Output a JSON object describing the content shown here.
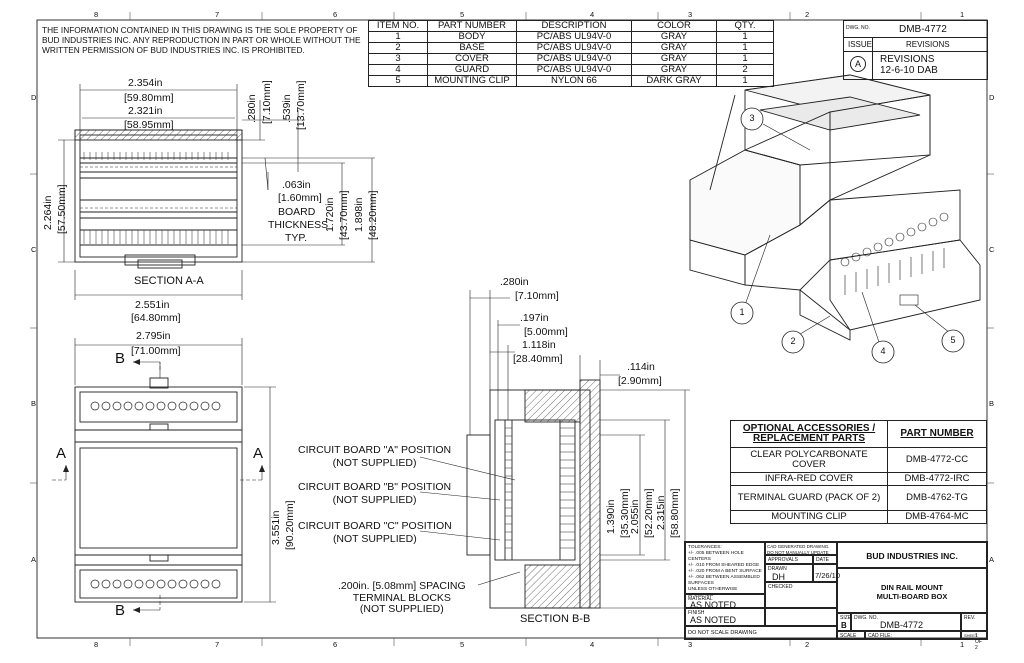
{
  "border": {
    "top_numbers": [
      "8",
      "7",
      "6",
      "5",
      "4",
      "3",
      "2",
      "1"
    ],
    "bottom_numbers": [
      "8",
      "7",
      "6",
      "5",
      "4",
      "3",
      "2",
      "1"
    ],
    "side_letters": [
      "D",
      "C",
      "B",
      "A"
    ]
  },
  "notice": "THE INFORMATION CONTAINED IN THIS DRAWING IS THE SOLE PROPERTY OF BUD INDUSTRIES INC. ANY REPRODUCTION IN PART OR WHOLE WITHOUT THE WRITTEN PERMISSION OF BUD INDUSTRIES INC. IS PROHIBITED.",
  "bom": {
    "headers": [
      "ITEM NO.",
      "PART NUMBER",
      "DESCRIPTION",
      "COLOR",
      "QTY."
    ],
    "rows": [
      [
        "1",
        "BODY",
        "PC/ABS UL94V-0",
        "GRAY",
        "1"
      ],
      [
        "2",
        "BASE",
        "PC/ABS UL94V-0",
        "GRAY",
        "1"
      ],
      [
        "3",
        "COVER",
        "PC/ABS UL94V-0",
        "GRAY",
        "1"
      ],
      [
        "4",
        "GUARD",
        "PC/ABS UL94V-0",
        "GRAY",
        "2"
      ],
      [
        "5",
        "MOUNTING CLIP",
        "NYLON 66",
        "DARK GRAY",
        "1"
      ]
    ]
  },
  "revisions": {
    "dwg_no_label": "DWG. NO.",
    "dwg_no": "DMB-4772",
    "issue_label": "ISSUE",
    "revisions_label": "REVISIONS",
    "issue": "A",
    "rev_line1": "REVISIONS",
    "rev_line2": "12-6-10 DAB"
  },
  "section_aa": {
    "dims": [
      "2.354in",
      "[59.80mm]",
      "2.321in",
      "[58.95mm]",
      ".280in",
      "[7.10mm]",
      ".539in",
      "[13.70mm]",
      ".063in",
      "[1.60mm]",
      "BOARD",
      "THICKNESS",
      "TYP.",
      "1.720in",
      "[43.70mm]",
      "1.898in",
      "[48.20mm]",
      "2.264in",
      "[57.50mm]",
      "2.551in",
      "[64.80mm]"
    ],
    "title": "SECTION A-A"
  },
  "front_view": {
    "dims": [
      "2.795in",
      "[71.00mm]",
      "3.551in",
      "[90.20mm]"
    ],
    "labels": [
      "B",
      "B",
      "A",
      "A"
    ]
  },
  "section_bb": {
    "dims": [
      ".280in",
      "[7.10mm]",
      ".197in",
      "[5.00mm]",
      "1.118in",
      "[28.40mm]",
      ".114in",
      "[2.90mm]",
      "1.390in",
      "[35.30mm]",
      "2.055in",
      "[52.20mm]",
      "2.315in",
      "[58.80mm]"
    ],
    "callouts": [
      "CIRCUIT BOARD \"A\" POSITION",
      "(NOT SUPPLIED)",
      "CIRCUIT BOARD \"B\" POSITION",
      "(NOT SUPPLIED)",
      "CIRCUIT BOARD \"C\" POSITION",
      "(NOT SUPPLIED)",
      ".200in. [5.08mm] SPACING",
      "TERMINAL BLOCKS",
      "(NOT SUPPLIED)"
    ],
    "title": "SECTION B-B"
  },
  "iso_balloons": [
    "3",
    "1",
    "2",
    "4",
    "5"
  ],
  "accessories": {
    "headers": [
      "OPTIONAL ACCESSORIES / REPLACEMENT PARTS",
      "PART NUMBER"
    ],
    "rows": [
      [
        "CLEAR POLYCARBONATE COVER",
        "DMB-4772-CC"
      ],
      [
        "INFRA-RED COVER",
        "DMB-4772-IRC"
      ],
      [
        "TERMINAL GUARD (PACK OF 2)",
        "DMB-4762-TG"
      ],
      [
        "MOUNTING CLIP",
        "DMB-4764-MC"
      ]
    ]
  },
  "title_block": {
    "tolerances": [
      "TOLERANCES:",
      "+/- .005 BETWEEN HOLE CENTERS",
      "+/- .010 FROM SHEARED EDGE",
      "+/- .020 FROM A BENT SURFACE",
      "+/- .062 BETWEEN ASSEMBLED SURFACES",
      "UNLESS OTHERWISE SPECIFIED"
    ],
    "cad_note": "CAD GENERATED DRAWING. DO NOT MANUALLY UPDATE",
    "approvals": "APPROVALS",
    "date_label": "DATE",
    "drawn_label": "DRAWN",
    "drawn_by": "DH",
    "drawn_date": "7/26/10",
    "checked_label": "CHECKED",
    "material_label": "MATERIAL",
    "material": "AS NOTED",
    "finish_label": "FINISH",
    "finish": "AS NOTED",
    "dont_scale": "DO NOT SCALE DRAWING",
    "company": "BUD INDUSTRIES INC.",
    "title_line1": "DIN RAIL MOUNT",
    "title_line2": "MULTI-BOARD BOX",
    "size_label": "SIZE",
    "size": "B",
    "dwg_no_label": "DWG. NO.",
    "dwg_no": "DMB-4772",
    "rev_label": "REV.",
    "scale_label": "SCALE",
    "cad_file_label": "CAD FILE:",
    "sheet_label": "SHEET",
    "sheet": "1 OF 2"
  }
}
